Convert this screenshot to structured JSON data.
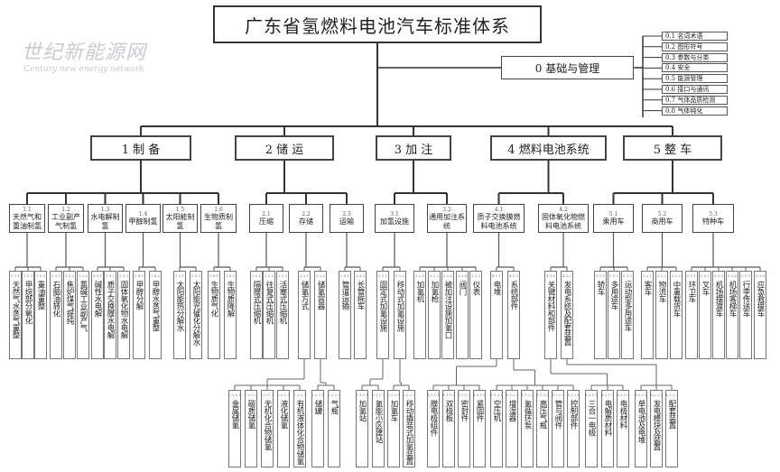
{
  "title": "广东省氢燃料电池汽车标准体系",
  "foundation": {
    "label": "0 基础与管理",
    "items": [
      "0.1  名词术语",
      "0.2  图形符号",
      "0.3  参数与分类",
      "0.4  安全",
      "0.5  能源管理",
      "0.6  接口与通讯",
      "0.7  气体品质检测",
      "0.8  气体纯化"
    ]
  },
  "categories": [
    {
      "label": "1 制 备",
      "subs": [
        {
          "code": "1.1",
          "name": "天然气和重油制氢",
          "items": [
            {
              "code": "1.1.1",
              "name": "天然气水蒸气重整"
            },
            {
              "code": "1.1.2",
              "name": "甲烷部分氧化"
            },
            {
              "code": "1.1.3",
              "name": "重油重整"
            }
          ]
        },
        {
          "code": "1.2",
          "name": "工业副产气制氢",
          "items": [
            {
              "code": "1.2.1",
              "name": "石脑油转化"
            },
            {
              "code": "1.2.2",
              "name": "焦炉煤气提纯"
            },
            {
              "code": "1.2.3",
              "name": "氯碱工业副产气"
            }
          ]
        },
        {
          "code": "1.3",
          "name": "水电解制氢",
          "items": [
            {
              "code": "1.3.1",
              "name": "碱性水电解"
            },
            {
              "code": "1.3.2",
              "name": "质子交换膜水电解"
            },
            {
              "code": "1.3.3",
              "name": "固体氧化物水电解"
            }
          ]
        },
        {
          "code": "1.4",
          "name": "甲醇制氢",
          "items": [
            {
              "code": "1.4.1",
              "name": "甲醇分解"
            },
            {
              "code": "1.4.2",
              "name": "甲醇水蒸气重整"
            }
          ]
        },
        {
          "code": "1.5",
          "name": "太阳能制氢",
          "items": [
            {
              "code": "1.5.1",
              "name": "太阳能热分解水"
            },
            {
              "code": "1.5.2",
              "name": "太阳能光催化分解水"
            }
          ]
        },
        {
          "code": "1.6",
          "name": "生物质制氢",
          "items": [
            {
              "code": "1.6.1",
              "name": "生物质气化"
            },
            {
              "code": "1.6.2",
              "name": "生物质降解"
            }
          ]
        }
      ]
    },
    {
      "label": "2 储 运",
      "subs": [
        {
          "code": "2.1",
          "name": "压缩",
          "items": [
            {
              "code": "2.1.1",
              "name": "隔膜式压缩机"
            },
            {
              "code": "2.1.2",
              "name": "往复式压缩机"
            },
            {
              "code": "2.1.3",
              "name": "活塞式压缩机"
            }
          ]
        },
        {
          "code": "2.2",
          "name": "存储",
          "items": [
            {
              "code": "2.2.1",
              "name": "储氢方式",
              "children": [
                {
                  "code": "2.2.1.1",
                  "name": "金属储氢"
                },
                {
                  "code": "2.2.1.2",
                  "name": "碳质储氢"
                },
                {
                  "code": "2.2.1.3",
                  "name": "无机化合物储氢"
                },
                {
                  "code": "2.2.1.4",
                  "name": "液化储氢"
                },
                {
                  "code": "2.2.1.5",
                  "name": "有机液体化合物储氢"
                }
              ]
            },
            {
              "code": "2.2.2",
              "name": "储氢容器",
              "children": [
                {
                  "code": "2.2.2.1",
                  "name": "储罐"
                },
                {
                  "code": "2.2.2.2",
                  "name": "气瓶"
                }
              ]
            }
          ]
        },
        {
          "code": "2.3",
          "name": "运输",
          "items": [
            {
              "code": "2.3.1",
              "name": "管道运输"
            },
            {
              "code": "2.3.2",
              "name": "长管拖车"
            }
          ]
        }
      ]
    },
    {
      "label": "3 加 注",
      "subs": [
        {
          "code": "3.1",
          "name": "加氢设施",
          "items": [
            {
              "code": "3.1.1",
              "name": "固定式加氢设施",
              "children": [
                {
                  "code": "3.1.1.1",
                  "name": "加氢站"
                },
                {
                  "code": "3.1.1.2",
                  "name": "氢能小区建站"
                }
              ]
            },
            {
              "code": "3.1.2",
              "name": "移动式加氢设施",
              "children": [
                {
                  "code": "3.1.2.1",
                  "name": "加氢车"
                },
                {
                  "code": "3.1.2.2",
                  "name": "移动撬装式加氢装置"
                }
              ]
            }
          ]
        },
        {
          "code": "3.2",
          "name": "通用加注系统",
          "items": [
            {
              "code": "3.2.1",
              "name": "加氢机"
            },
            {
              "code": "3.2.2",
              "name": "加氢枪"
            },
            {
              "code": "3.2.3",
              "name": "被加注设施加氢口"
            },
            {
              "code": "3.2.4",
              "name": "阀门"
            },
            {
              "code": "3.2.5",
              "name": "仪表"
            }
          ]
        }
      ]
    },
    {
      "label": "4 燃料电池系统",
      "subs": [
        {
          "code": "4.1",
          "name": "质子交换膜燃料电池系统",
          "items": [
            {
              "code": "4.1.1",
              "name": "电堆",
              "children": [
                {
                  "code": "4.1.1.1",
                  "name": "膜电极组件"
                },
                {
                  "code": "4.1.1.2",
                  "name": "双极板"
                },
                {
                  "code": "4.1.1.3",
                  "name": "密封件"
                },
                {
                  "code": "4.1.1.4",
                  "name": "紧固件"
                }
              ]
            },
            {
              "code": "4.1.2",
              "name": "系统部件",
              "children": [
                {
                  "code": "4.1.2.1",
                  "name": "空压机"
                },
                {
                  "code": "4.1.2.2",
                  "name": "增湿器"
                },
                {
                  "code": "4.1.2.3",
                  "name": "氢循环泵"
                },
                {
                  "code": "4.1.2.4",
                  "name": "高压气瓶"
                },
                {
                  "code": "4.1.2.5",
                  "name": "管与阀件"
                },
                {
                  "code": "4.1.2.6",
                  "name": "控制部件"
                }
              ]
            }
          ]
        },
        {
          "code": "4.2",
          "name": "固体氧化物燃料电池系统",
          "items": [
            {
              "code": "4.2.1",
              "name": "关键材料和部件",
              "children": [
                {
                  "code": "4.2.1.1",
                  "name": "三合一电极"
                },
                {
                  "code": "4.2.1.2",
                  "name": "电解质材料"
                },
                {
                  "code": "4.2.1.3",
                  "name": "电极材料"
                }
              ]
            },
            {
              "code": "4.2.2",
              "name": "发电系统及配套装置",
              "children": [
                {
                  "code": "4.2.2.1",
                  "name": "单电池及电堆"
                },
                {
                  "code": "4.2.2.2",
                  "name": "发电模块及装置"
                },
                {
                  "code": "4.2.2.3",
                  "name": "配套装置"
                }
              ]
            }
          ]
        }
      ]
    },
    {
      "label": "5 整 车",
      "subs": [
        {
          "code": "5.1",
          "name": "乘用车",
          "items": [
            {
              "code": "5.1.1",
              "name": "轿车"
            },
            {
              "code": "5.1.2",
              "name": "多用途车"
            },
            {
              "code": "5.1.3",
              "name": "运动型多用途车"
            }
          ]
        },
        {
          "code": "5.2",
          "name": "商用车",
          "items": [
            {
              "code": "5.2.1",
              "name": "客车"
            },
            {
              "code": "5.2.2",
              "name": "物流车"
            },
            {
              "code": "5.2.3",
              "name": "中重载货车"
            }
          ]
        },
        {
          "code": "5.3",
          "name": "特种车",
          "items": [
            {
              "code": "5.3.1",
              "name": "环卫车"
            },
            {
              "code": "5.3.2",
              "name": "叉车"
            },
            {
              "code": "5.3.3",
              "name": "机场摆渡车"
            },
            {
              "code": "5.3.4",
              "name": "机场客梯车"
            },
            {
              "code": "5.3.5",
              "name": "行李传送车"
            },
            {
              "code": "5.3.6",
              "name": "应急救援车"
            }
          ]
        }
      ]
    }
  ],
  "watermark": {
    "cn": "世纪新能源网",
    "en": "Century new energy network"
  }
}
